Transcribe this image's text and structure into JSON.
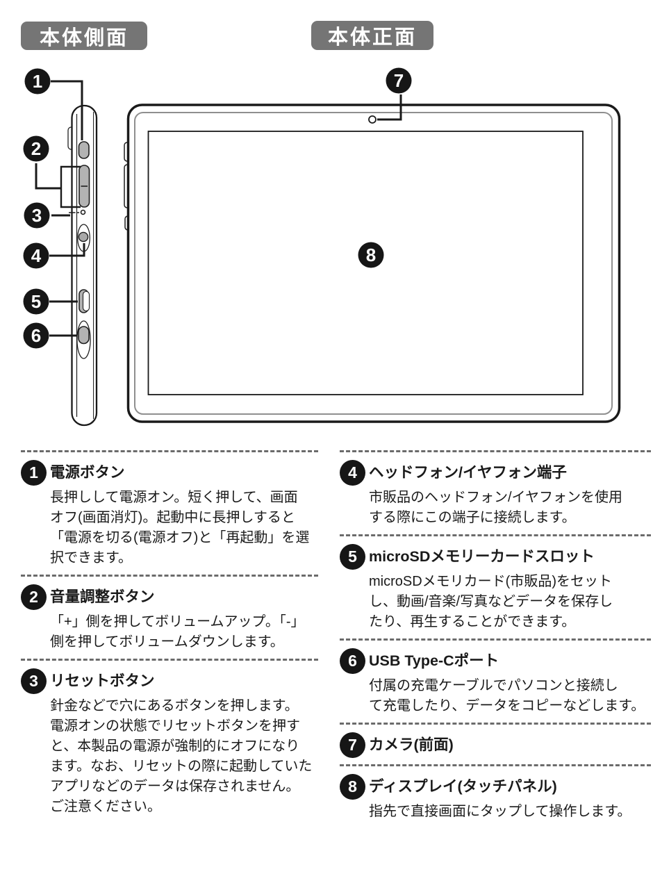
{
  "headers": {
    "side_view": "本体側面",
    "front_view": "本体正面"
  },
  "colors": {
    "chip_bg": "#757575",
    "badge_bg": "#161616",
    "line": "#1a1a1a",
    "button_fill": "#b3b3b3",
    "inner_bezel": "#8f8f8f",
    "dashed_divider": "#6b6b6b"
  },
  "diagram": {
    "badges": [
      "1",
      "2",
      "3",
      "4",
      "5",
      "6",
      "7",
      "8"
    ]
  },
  "sections": {
    "left": [
      {
        "num": "1",
        "title": "電源ボタン",
        "body": "長押しして電源オン。短く押して、画面\nオフ(画面消灯)。起動中に長押しすると\n「電源を切る(電源オフ)と「再起動」を選\n択できます。"
      },
      {
        "num": "2",
        "title": "音量調整ボタン",
        "body": "「+」側を押してボリュームアップ。「-」\n側を押してボリュームダウンします。"
      },
      {
        "num": "3",
        "title": "リセットボタン",
        "body": "針金などで穴にあるボタンを押します。\n電源オンの状態でリセットボタンを押す\nと、本製品の電源が強制的にオフになり\nます。なお、リセットの際に起動していた\nアプリなどのデータは保存されません。\nご注意ください。"
      }
    ],
    "right": [
      {
        "num": "4",
        "title": "ヘッドフォン/イヤフォン端子",
        "body": "市販品のヘッドフォン/イヤフォンを使用\nする際にこの端子に接続します。"
      },
      {
        "num": "5",
        "title": "microSDメモリーカードスロット",
        "body": "microSDメモリカード(市販品)をセット\nし、動画/音楽/写真などデータを保存し\nたり、再生することができます。"
      },
      {
        "num": "6",
        "title": "USB Type-Cポート",
        "body": "付属の充電ケーブルでパソコンと接続し\nて充電したり、データをコピーなどします。"
      },
      {
        "num": "7",
        "title": "カメラ(前面)",
        "body": ""
      },
      {
        "num": "8",
        "title": "ディスプレイ(タッチパネル)",
        "body": "指先で直接画面にタップして操作します。"
      }
    ]
  }
}
